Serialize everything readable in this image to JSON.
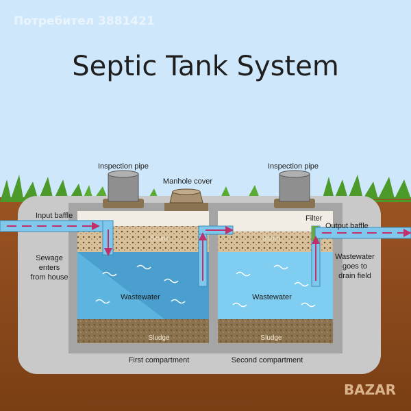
{
  "watermark": "Потребител 3881421",
  "title": "Septic Tank System",
  "labels": {
    "inspection_pipe_left": "Inspection pipe",
    "manhole_cover": "Manhole cover",
    "inspection_pipe_right": "Inspection pipe",
    "input_baffle": "Input baffle",
    "filter": "Filter",
    "output_baffle": "Output baffle",
    "sewage_in": [
      "Sewage",
      "enters",
      "from house"
    ],
    "wastewater_out": [
      "Wastewater",
      "goes to",
      "drain field"
    ],
    "scum_1": "Scum",
    "scum_2": "Scum",
    "wastewater_1": "Wastewater",
    "wastewater_2": "Wastewater",
    "sludge_1": "Sludge",
    "sludge_2": "Sludge",
    "first_compartment": "First compartment",
    "second_compartment": "Second compartment"
  },
  "logo": "BAZAR",
  "colors": {
    "sky": "#cfe7fa",
    "soil": "#8a4a1e",
    "concrete": "#c9c9c9",
    "water": "#5cb4df",
    "scum": "#d8c09a",
    "sludge": "#8c7350",
    "pipe": "#7fc8ec",
    "arrow": "#c0306a"
  }
}
